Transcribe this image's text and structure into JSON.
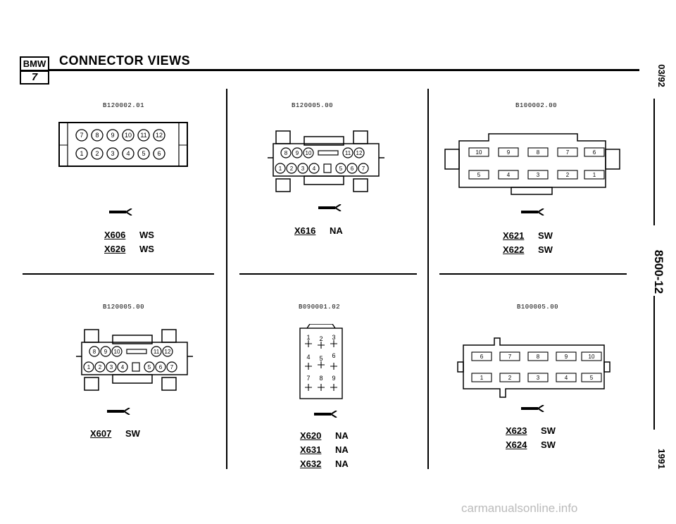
{
  "header": {
    "title": "CONNECTOR VIEWS",
    "logo_top": "BMW",
    "logo_bottom": "7"
  },
  "side": {
    "date": "03/92",
    "page": "8500-12",
    "year": "1991"
  },
  "panels": [
    {
      "code": "B120002.01",
      "items": [
        {
          "id": "X606",
          "color": "WS"
        },
        {
          "id": "X626",
          "color": "WS"
        }
      ]
    },
    {
      "code": "B120005.00",
      "items": [
        {
          "id": "X616",
          "color": "NA"
        }
      ]
    },
    {
      "code": "B100002.00",
      "items": [
        {
          "id": "X621",
          "color": "SW"
        },
        {
          "id": "X622",
          "color": "SW"
        }
      ]
    },
    {
      "code": "B120005.00",
      "items": [
        {
          "id": "X607",
          "color": "SW"
        }
      ]
    },
    {
      "code": "B090001.02",
      "items": [
        {
          "id": "X620",
          "color": "NA"
        },
        {
          "id": "X631",
          "color": "NA"
        },
        {
          "id": "X632",
          "color": "NA"
        }
      ]
    },
    {
      "code": "B100005.00",
      "items": [
        {
          "id": "X623",
          "color": "SW"
        },
        {
          "id": "X624",
          "color": "SW"
        }
      ]
    }
  ],
  "footer": {
    "text": "carmanualsonline.info"
  }
}
